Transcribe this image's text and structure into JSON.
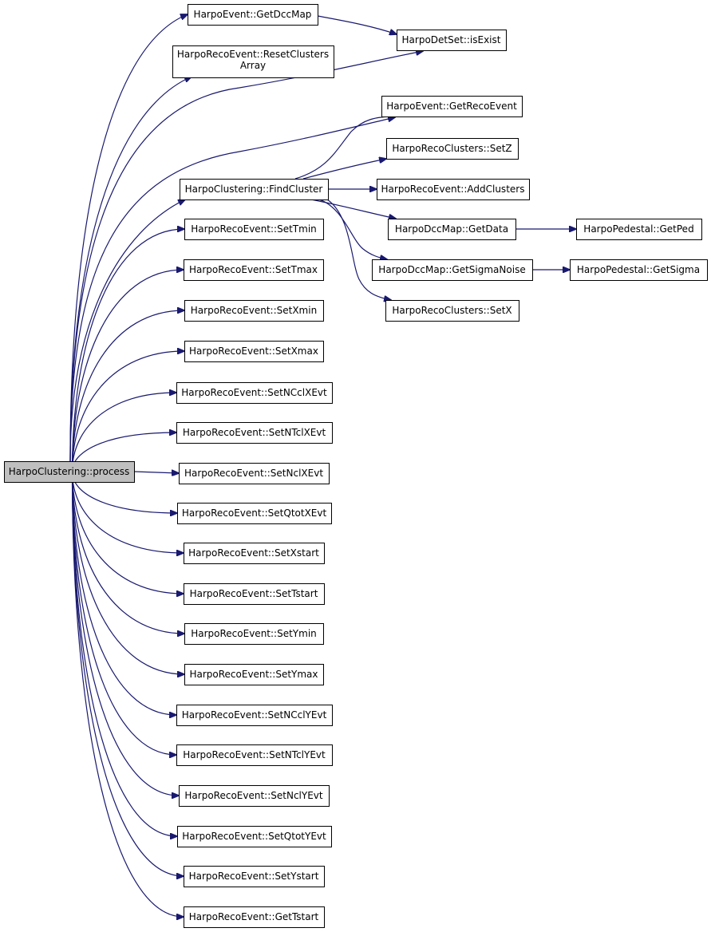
{
  "graph": {
    "colors": {
      "edge": "#191970",
      "root_fill": "#bfbfbf",
      "node_fill": "#ffffff",
      "node_border": "#000000"
    },
    "nodes": {
      "process": {
        "label": "HarpoClustering::process",
        "root": true
      },
      "getDccMap": {
        "label": "HarpoEvent::GetDccMap"
      },
      "isExist": {
        "label": "HarpoDetSet::isExist"
      },
      "resetClusters": {
        "label": "HarpoRecoEvent::ResetClusters Array"
      },
      "getRecoEvent": {
        "label": "HarpoEvent::GetRecoEvent"
      },
      "setZ": {
        "label": "HarpoRecoClusters::SetZ"
      },
      "findCluster": {
        "label": "HarpoClustering::FindCluster"
      },
      "addClusters": {
        "label": "HarpoRecoEvent::AddClusters"
      },
      "getData": {
        "label": "HarpoDccMap::GetData"
      },
      "getPed": {
        "label": "HarpoPedestal::GetPed"
      },
      "getSigmaNoise": {
        "label": "HarpoDccMap::GetSigmaNoise"
      },
      "getSigma": {
        "label": "HarpoPedestal::GetSigma"
      },
      "setX": {
        "label": "HarpoRecoClusters::SetX"
      },
      "setTmin": {
        "label": "HarpoRecoEvent::SetTmin"
      },
      "setTmax": {
        "label": "HarpoRecoEvent::SetTmax"
      },
      "setXmin": {
        "label": "HarpoRecoEvent::SetXmin"
      },
      "setXmax": {
        "label": "HarpoRecoEvent::SetXmax"
      },
      "setNCclXEvt": {
        "label": "HarpoRecoEvent::SetNCclXEvt"
      },
      "setNTclXEvt": {
        "label": "HarpoRecoEvent::SetNTclXEvt"
      },
      "setNclXEvt": {
        "label": "HarpoRecoEvent::SetNclXEvt"
      },
      "setQtotXEvt": {
        "label": "HarpoRecoEvent::SetQtotXEvt"
      },
      "setXstart": {
        "label": "HarpoRecoEvent::SetXstart"
      },
      "setTstart": {
        "label": "HarpoRecoEvent::SetTstart"
      },
      "setYmin": {
        "label": "HarpoRecoEvent::SetYmin"
      },
      "setYmax": {
        "label": "HarpoRecoEvent::SetYmax"
      },
      "setNCclYEvt": {
        "label": "HarpoRecoEvent::SetNCclYEvt"
      },
      "setNTclYEvt": {
        "label": "HarpoRecoEvent::SetNTclYEvt"
      },
      "setNclYEvt": {
        "label": "HarpoRecoEvent::SetNclYEvt"
      },
      "setQtotYEvt": {
        "label": "HarpoRecoEvent::SetQtotYEvt"
      },
      "setYstart": {
        "label": "HarpoRecoEvent::SetYstart"
      },
      "getTstart": {
        "label": "HarpoRecoEvent::GetTstart"
      }
    },
    "edges": [
      [
        "process",
        "getDccMap"
      ],
      [
        "process",
        "isExist"
      ],
      [
        "process",
        "resetClusters"
      ],
      [
        "process",
        "getRecoEvent"
      ],
      [
        "process",
        "findCluster"
      ],
      [
        "process",
        "setTmin"
      ],
      [
        "process",
        "setTmax"
      ],
      [
        "process",
        "setXmin"
      ],
      [
        "process",
        "setXmax"
      ],
      [
        "process",
        "setNCclXEvt"
      ],
      [
        "process",
        "setNTclXEvt"
      ],
      [
        "process",
        "setNclXEvt"
      ],
      [
        "process",
        "setQtotXEvt"
      ],
      [
        "process",
        "setXstart"
      ],
      [
        "process",
        "setTstart"
      ],
      [
        "process",
        "setYmin"
      ],
      [
        "process",
        "setYmax"
      ],
      [
        "process",
        "setNCclYEvt"
      ],
      [
        "process",
        "setNTclYEvt"
      ],
      [
        "process",
        "setNclYEvt"
      ],
      [
        "process",
        "setQtotYEvt"
      ],
      [
        "process",
        "setYstart"
      ],
      [
        "process",
        "getTstart"
      ],
      [
        "getDccMap",
        "isExist"
      ],
      [
        "findCluster",
        "getRecoEvent"
      ],
      [
        "findCluster",
        "setZ"
      ],
      [
        "findCluster",
        "addClusters"
      ],
      [
        "findCluster",
        "getData"
      ],
      [
        "findCluster",
        "getSigmaNoise"
      ],
      [
        "findCluster",
        "setX"
      ],
      [
        "getData",
        "getPed"
      ],
      [
        "getSigmaNoise",
        "getSigma"
      ]
    ]
  }
}
